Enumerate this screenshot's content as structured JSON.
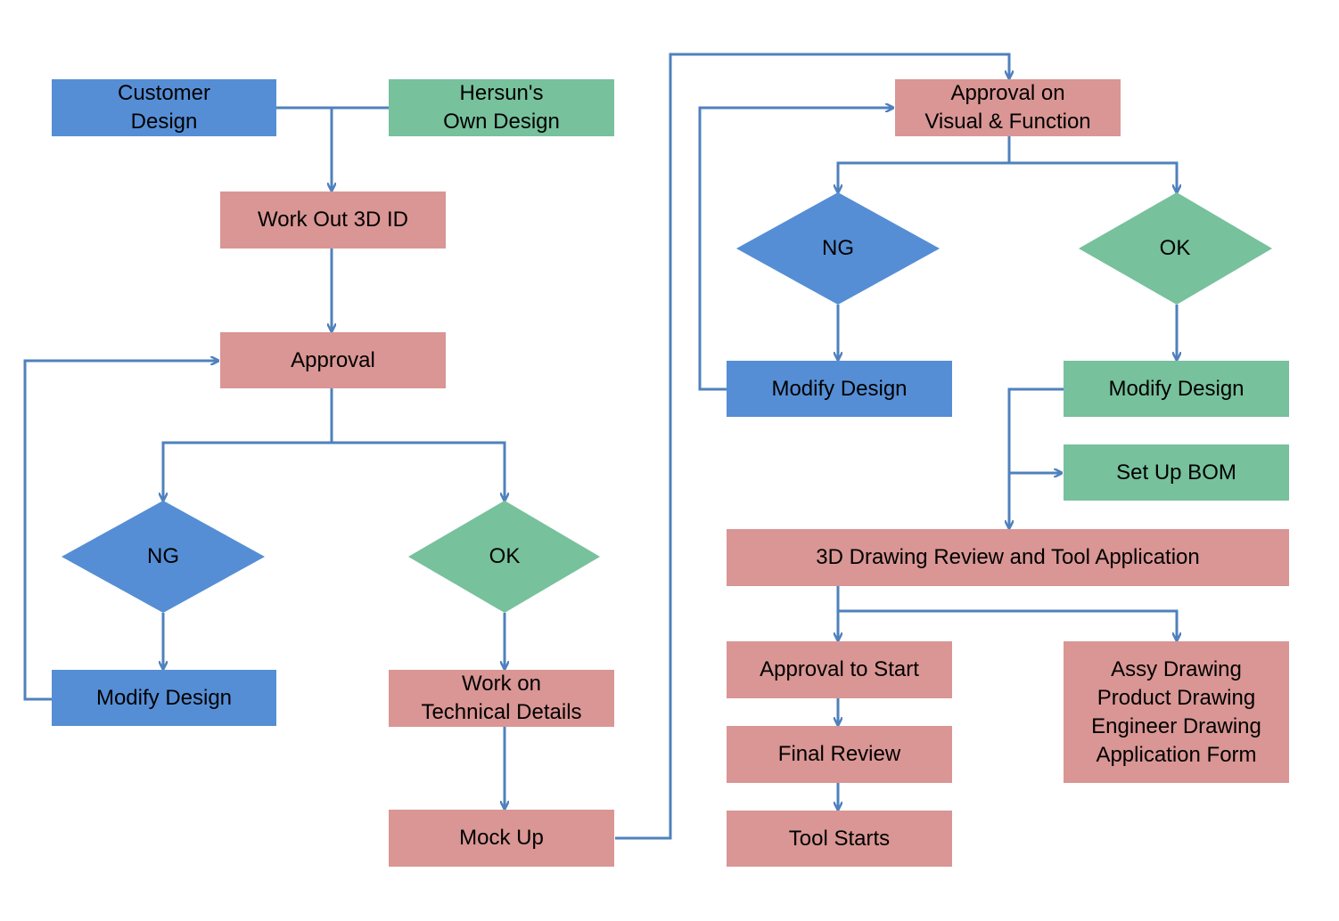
{
  "colors": {
    "blue": "#558ed5",
    "green": "#77c19d",
    "pink": "#d99694",
    "connector": "#4f81bd"
  },
  "nodes": {
    "customer_design": [
      "Customer",
      "Design"
    ],
    "hersun_design": [
      "Hersun's",
      "Own Design"
    ],
    "work_out_3d": "Work Out 3D ID",
    "approval": "Approval",
    "ng_left": "NG",
    "ok_left": "OK",
    "modify_left": "Modify Design",
    "work_on_tech": [
      "Work on",
      "Technical Details"
    ],
    "mock_up": "Mock Up",
    "approval_visual": [
      "Approval on",
      "Visual & Function"
    ],
    "ng_right": "NG",
    "ok_right": "OK",
    "modify_right_blue": "Modify Design",
    "modify_right_green": "Modify Design",
    "set_up_bom": "Set Up BOM",
    "drawing_review": "3D Drawing Review and Tool Application",
    "approval_start": "Approval to Start",
    "final_review": "Final Review",
    "tool_starts": "Tool Starts",
    "drawings": [
      "Assy Drawing",
      "Product Drawing",
      "Engineer Drawing",
      "Application Form"
    ]
  }
}
